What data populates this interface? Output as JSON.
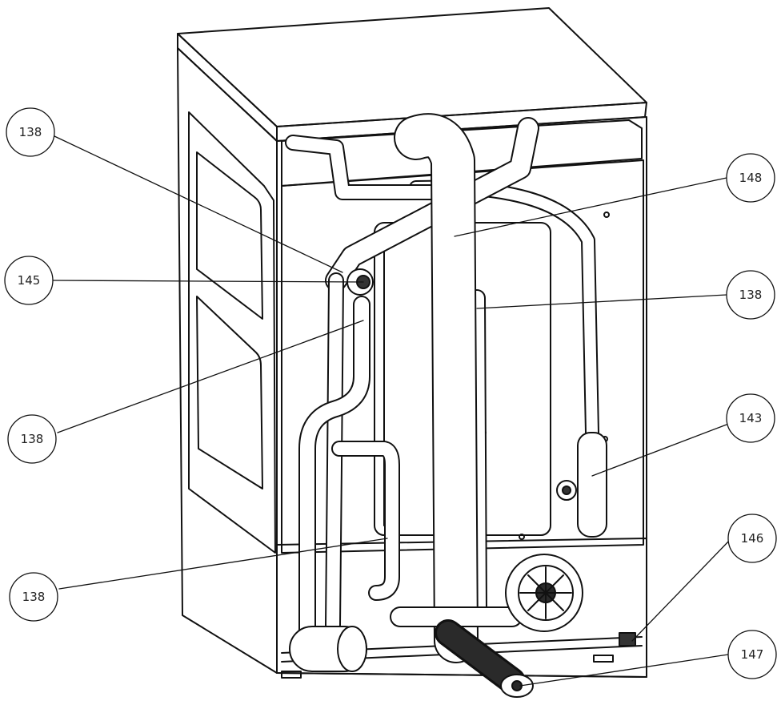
{
  "callouts": [
    {
      "id": "c1",
      "label": "138"
    },
    {
      "id": "c2",
      "label": "145"
    },
    {
      "id": "c3",
      "label": "138"
    },
    {
      "id": "c4",
      "label": "138"
    },
    {
      "id": "c5",
      "label": "148"
    },
    {
      "id": "c6",
      "label": "138"
    },
    {
      "id": "c7",
      "label": "143"
    },
    {
      "id": "c8",
      "label": "146"
    },
    {
      "id": "c9",
      "label": "147"
    }
  ],
  "colors": {
    "line": "#111111",
    "background": "#ffffff",
    "shade": "#2a2a2a"
  }
}
